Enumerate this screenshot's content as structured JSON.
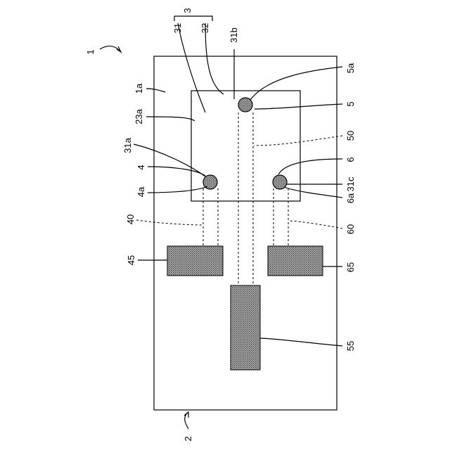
{
  "figure": {
    "labels": {
      "device": "1",
      "substrate_surface": "1a",
      "substrate": "2",
      "cover": "3",
      "cover_body": "31",
      "cover_part": "32",
      "hole_b": "31b",
      "hole_a": "31a",
      "hole_c": "31c",
      "recess": "23a",
      "via_5a": "5a",
      "via_5": "5",
      "trace_50": "50",
      "via_6": "6",
      "via_6a": "6a",
      "via_4": "4",
      "via_4a": "4a",
      "trace_40": "40",
      "trace_60": "60",
      "pad_45": "45",
      "pad_65": "65",
      "pad_55": "55"
    }
  }
}
